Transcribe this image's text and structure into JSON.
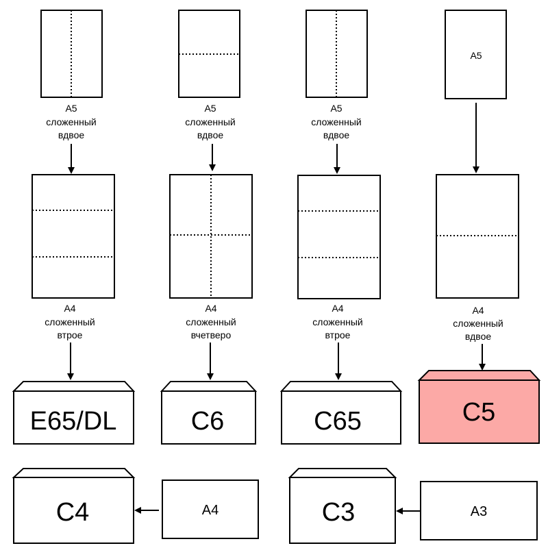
{
  "columns": [
    {
      "top_label": [
        "A5",
        "сложенный",
        "вдвое"
      ],
      "mid_label": [
        "A4",
        "сложенный",
        "втрое"
      ],
      "envelope": "E65/DL"
    },
    {
      "top_label": [
        "A5",
        "сложенный",
        "вдвое"
      ],
      "mid_label": [
        "A4",
        "сложенный",
        "вчетверо"
      ],
      "envelope": "C6"
    },
    {
      "top_label": [
        "A5",
        "сложенный",
        "вдвое"
      ],
      "mid_label": [
        "A4",
        "сложенный",
        "втрое"
      ],
      "envelope": "C65"
    },
    {
      "top_sheet_text": "A5",
      "mid_label": [
        "A4",
        "сложенный",
        "вдвое"
      ],
      "envelope": "C5",
      "envelope_color": "#fca9a6"
    }
  ],
  "bottom": [
    {
      "envelope": "C4",
      "sheet": "A4"
    },
    {
      "envelope": "C3",
      "sheet": "A3"
    }
  ]
}
